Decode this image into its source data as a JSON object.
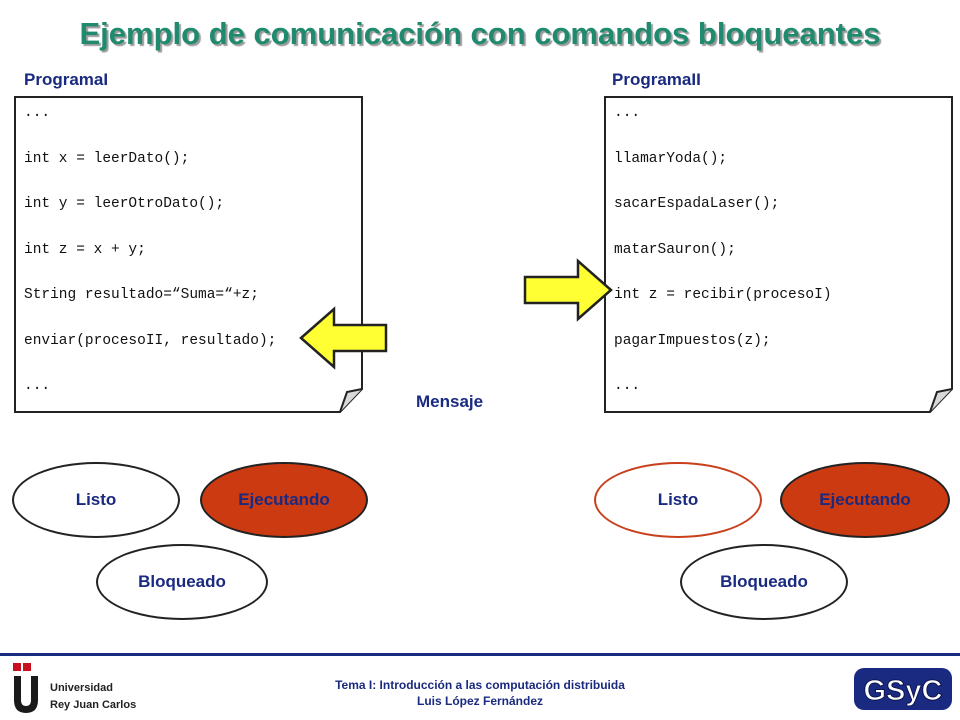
{
  "title": "Ejemplo de comunicación con comandos bloqueantes",
  "program1": {
    "label": "ProgramaI",
    "lines": [
      "...",
      "int x = leerDato();",
      "int y = leerOtroDato();",
      "int z = x + y;",
      "String resultado=“Suma=“+z;",
      "enviar(procesoII, resultado);",
      "..."
    ]
  },
  "program2": {
    "label": "ProgramaII",
    "lines": [
      "...",
      "llamarYoda();",
      "sacarEspadaLaser();",
      "matarSauron();",
      "int z = recibir(procesoI)",
      "pagarImpuestos(z);",
      "..."
    ]
  },
  "message_label": "Mensaje",
  "states_left": {
    "ready": "Listo",
    "running": "Ejecutando",
    "blocked": "Bloqueado"
  },
  "states_right": {
    "ready": "Listo",
    "running": "Ejecutando",
    "blocked": "Bloqueado"
  },
  "footer": {
    "line1": "Tema I: Introducción a las computación distribuida",
    "line2": "Luis López Fernández"
  },
  "logo_left": {
    "name_line1": "Universidad",
    "name_line2": "Rey Juan Carlos"
  },
  "logo_right": {
    "text": "GSyC"
  },
  "colors": {
    "title": "#1f8a6e",
    "label": "#1a2a80",
    "running": "#cc3a12",
    "arrow": "#ffff33"
  }
}
